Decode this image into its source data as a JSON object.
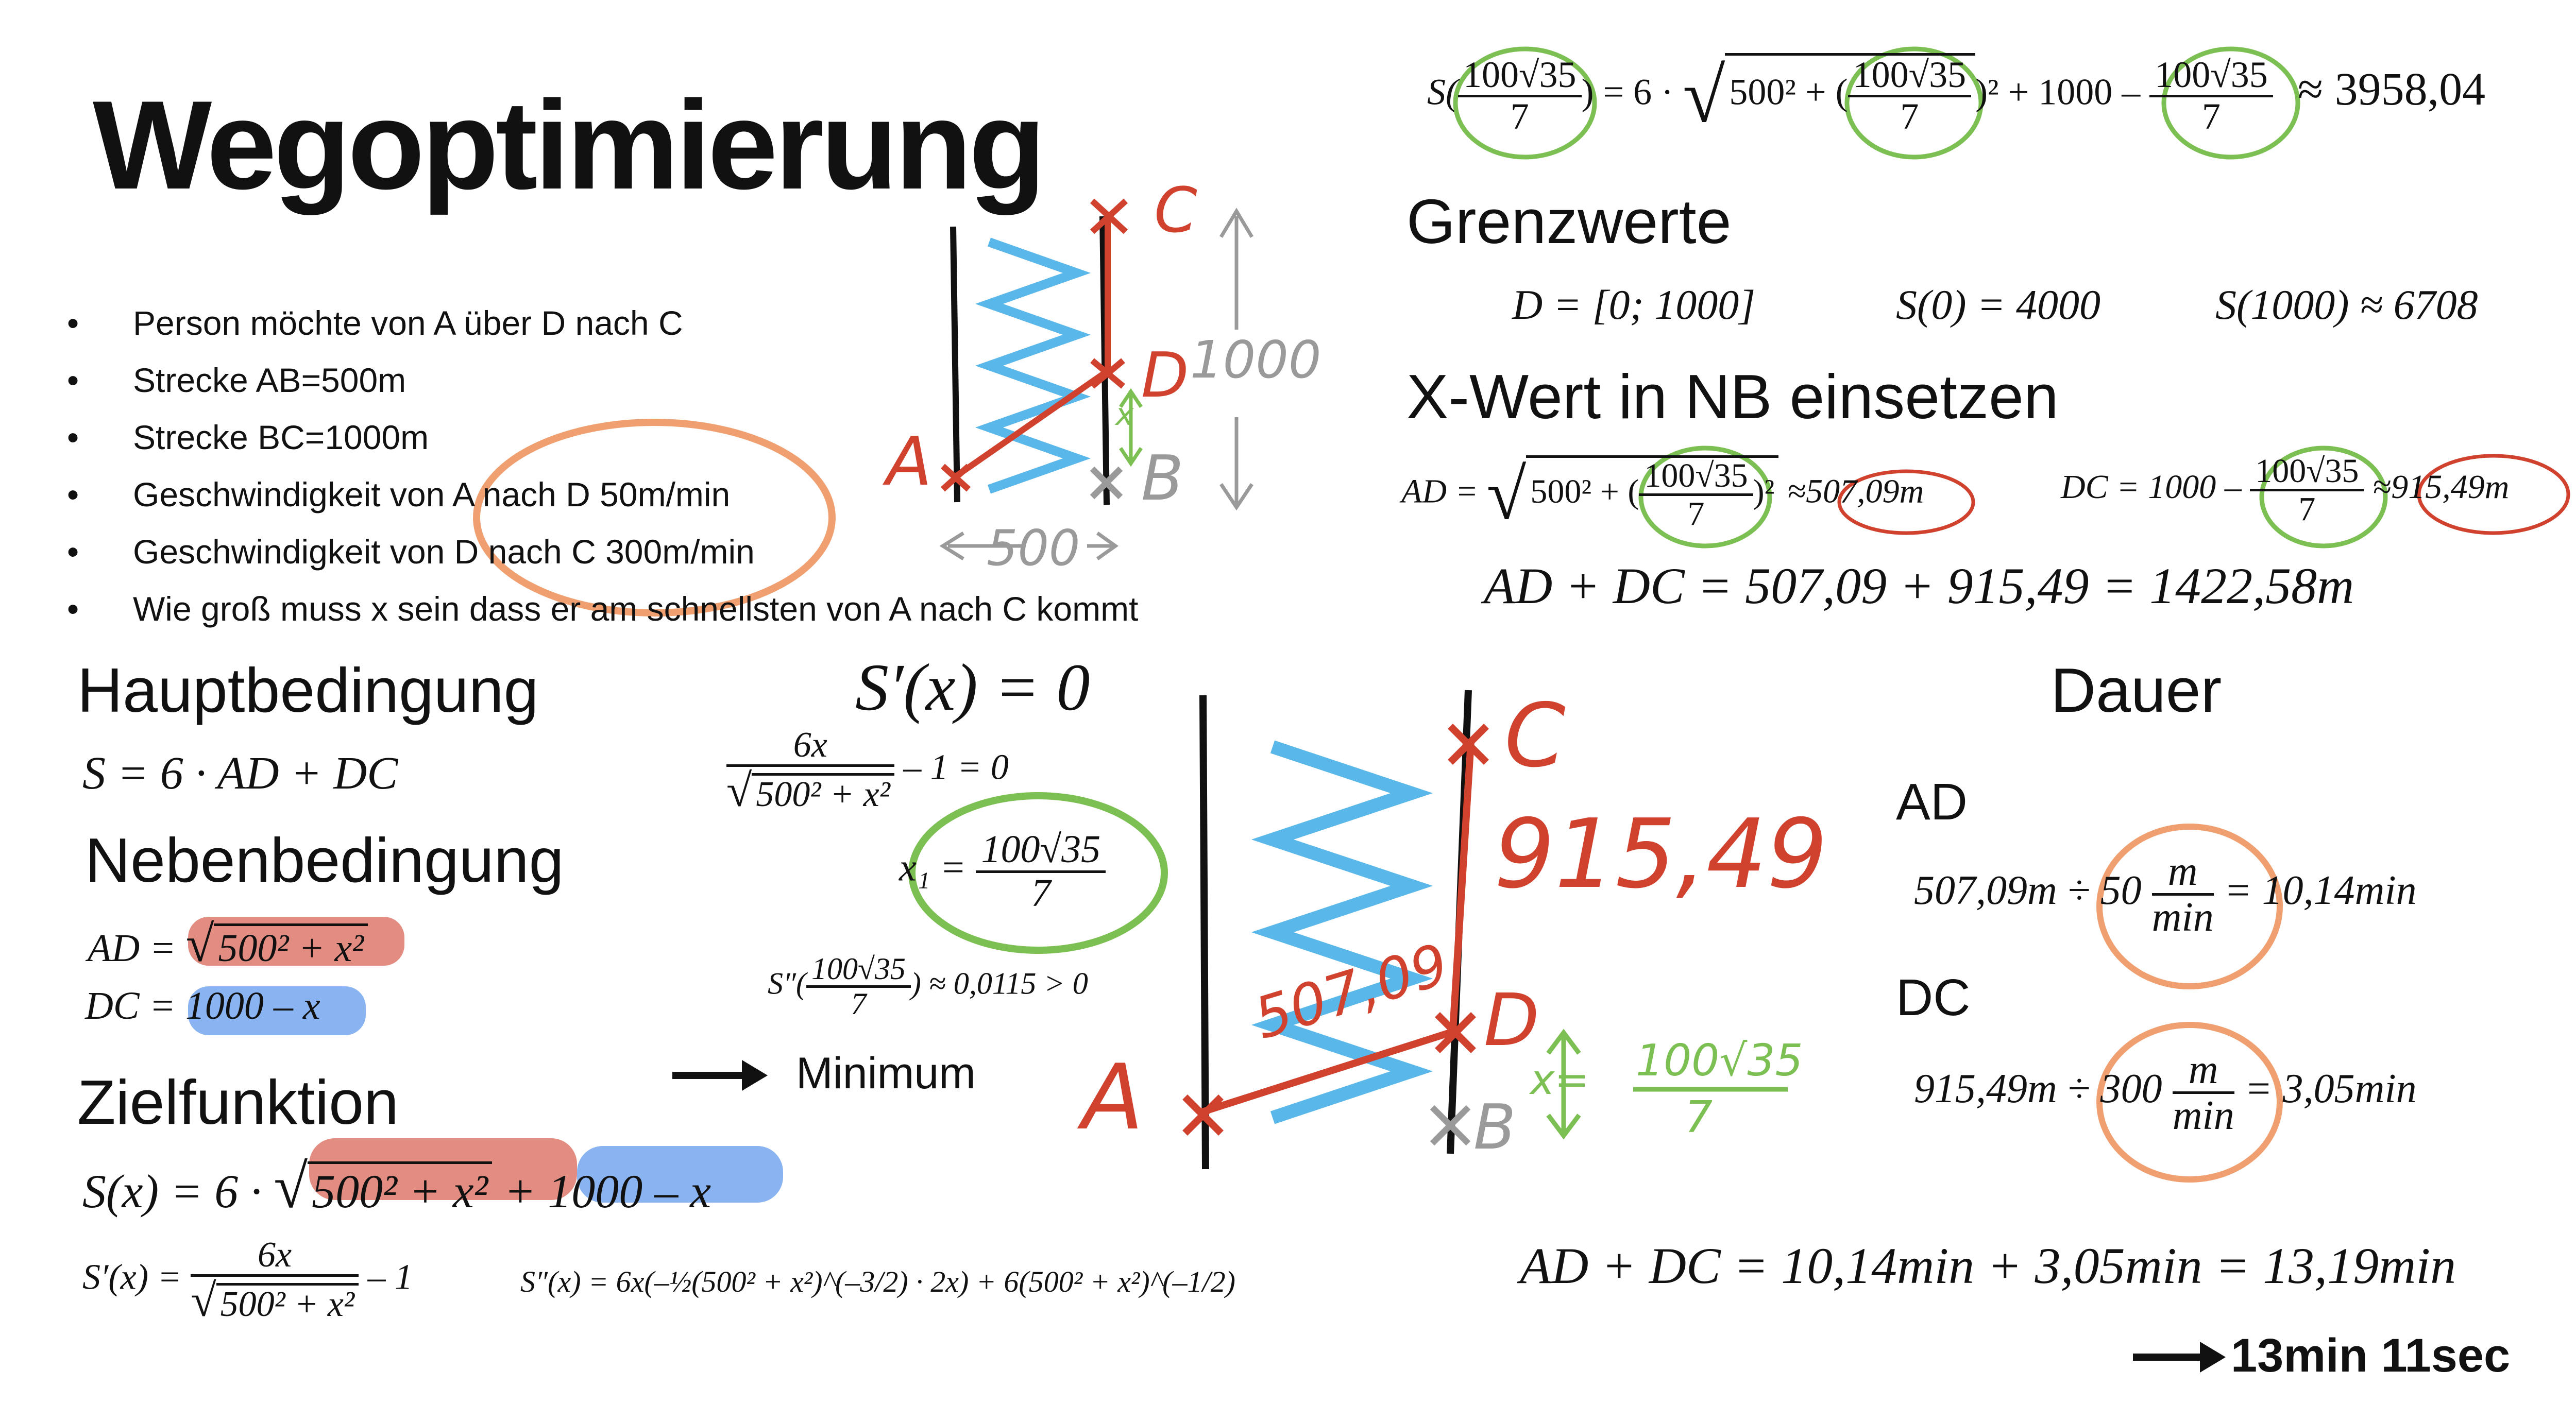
{
  "title": "Wegoptimierung",
  "bullets": [
    "Person möchte von A über D nach C",
    "Strecke AB=500m",
    "Strecke BC=1000m",
    "Geschwindigkeit von A nach D 50m/min",
    "Geschwindigkeit von D nach C 300m/min",
    "Wie groß muss x sein dass er am schnellsten von A nach C kommt"
  ],
  "sketch_top": {
    "a": "A",
    "b": "B",
    "c": "C",
    "d": "D",
    "x": "x",
    "side": "1000",
    "bottom": "500"
  },
  "sketch_big": {
    "a": "A",
    "b": "B",
    "c": "C",
    "d": "D",
    "ad": "507,09",
    "dc": "915,49",
    "x": "x=",
    "x_num": "100√35",
    "x_den": "7"
  },
  "top_eq": {
    "s": "S(",
    "arg_num": "100√35",
    "arg_den": "7",
    "eq": ") = 6 ·",
    "rad_a": "500² + (",
    "rad_b": ")² + 1000 –",
    "approx": "≈ 3958,04"
  },
  "grenzwerte": {
    "heading": "Grenzwerte",
    "domain": "D = [0; 1000]",
    "s0": "S(0) = 4000",
    "s1000": "S(1000) ≈ 6708"
  },
  "nb": {
    "heading": "X-Wert in NB einsetzen",
    "ad_lhs": "AD =",
    "ad_rad": "500² + (",
    "ad_close": ")²",
    "ad_result": "≈507,09m",
    "dc_lhs": "DC = 1000 –",
    "dc_result": "≈915,49m",
    "sum": "AD + DC = 507,09 + 915,49 = 1422,58m"
  },
  "haupt": {
    "heading": "Hauptbedingung",
    "formula": "S = 6 · AD + DC"
  },
  "neben": {
    "heading": "Nebenbedingung",
    "ad_lhs": "AD =",
    "ad_rad": "500² + x²",
    "dc_lhs": "DC =",
    "dc_rhs": "1000 – x"
  },
  "ziel": {
    "heading": "Zielfunktion",
    "s_lhs": "S(x) = 6 ·",
    "s_rad": "500² + x²",
    "s_rest": "+ 1000 – x",
    "ds_lhs": "S′(x) =",
    "ds_num": "6x",
    "ds_den": "500² + x²",
    "ds_rest": "– 1",
    "dds": "S″(x) = 6x(–½(500² + x²)^(–3/2) · 2x) + 6(500² + x²)^(–1/2)"
  },
  "crit": {
    "heading": "S′(x) = 0",
    "num": "6x",
    "den": "500² + x²",
    "rest": "– 1 = 0",
    "x1": "x₁ =",
    "x1_num": "100√35",
    "x1_den": "7",
    "sdd_lhs": "S″(",
    "sdd_rest": ") ≈ 0,0115 > 0",
    "minimum": "Minimum"
  },
  "dauer": {
    "heading": "Dauer",
    "ad_label": "AD",
    "ad_eq": "507,09m ÷ 50",
    "ad_res": "= 10,14min",
    "dc_label": "DC",
    "dc_eq": "915,49m ÷ 300",
    "dc_res": "= 3,05min",
    "unit_num": "m",
    "unit_den": "min",
    "sum": "AD + DC = 10,14min + 3,05min = 13,19min",
    "final": "13min 11sec"
  },
  "colors": {
    "red": "#d0412e",
    "green": "#7cbf52",
    "blue": "#5ab7ea",
    "orange": "#f0a070",
    "gray": "#9a9a9a"
  }
}
